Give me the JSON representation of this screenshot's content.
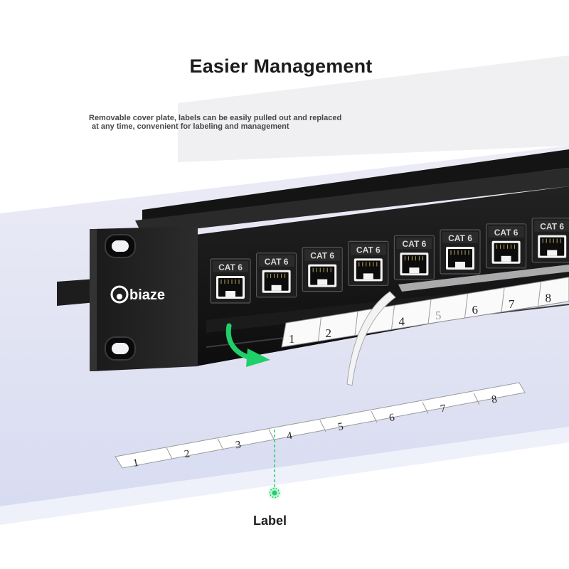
{
  "heading": {
    "title": "Easier Management",
    "description_line1": "Removable cover plate, labels can be easily pulled out and replaced",
    "description_line2": "at any time, convenient for labeling and management"
  },
  "product": {
    "brand": "biaze",
    "port_type": "CAT 6",
    "port_count_visible": 8
  },
  "label_strip": {
    "numbers": [
      "1",
      "2",
      "3",
      "4",
      "5",
      "6",
      "7",
      "8"
    ]
  },
  "callout": {
    "text": "Label"
  },
  "colors": {
    "accent_green": "#1fcf6a",
    "panel_black": "#141414",
    "floor_blue": "#d8dcf2"
  },
  "icons": [
    "arrow-icon",
    "location-dot-icon"
  ]
}
